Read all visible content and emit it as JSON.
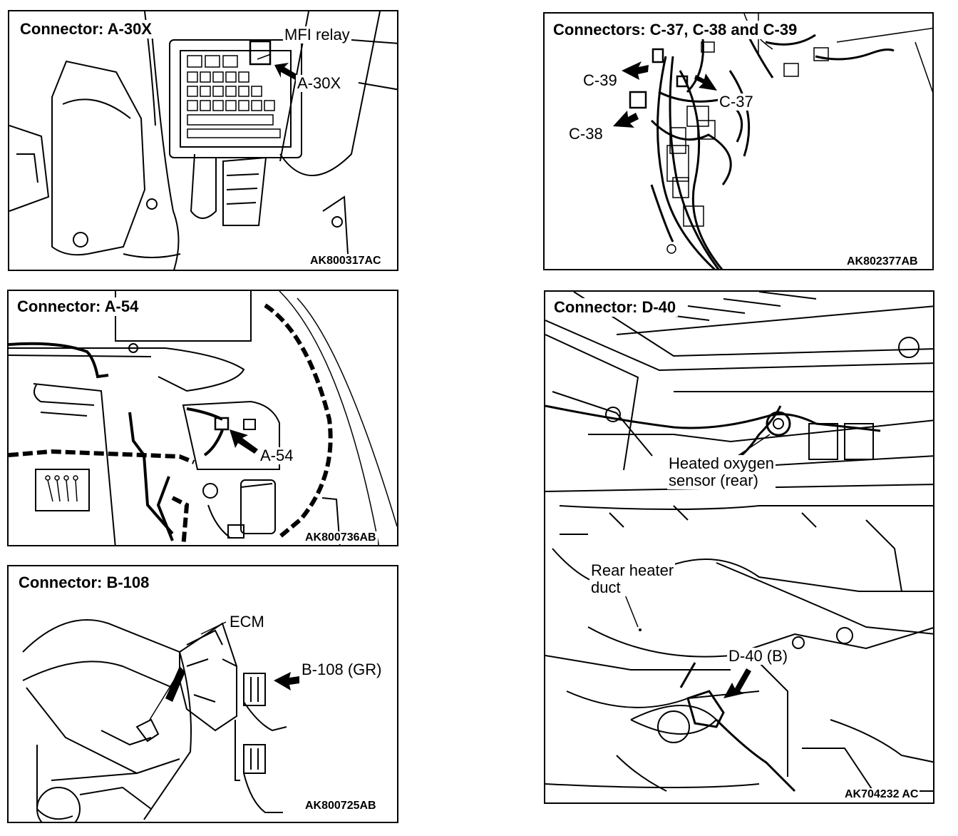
{
  "panels": {
    "a30x": {
      "title": "Connector: A-30X",
      "code": "AK800317AC",
      "labels": {
        "mfi_relay": "MFI relay",
        "connector": "A-30X"
      }
    },
    "c37": {
      "title": "Connectors: C-37, C-38 and C-39",
      "code": "AK802377AB",
      "labels": {
        "c39": "C-39",
        "c37": "C-37",
        "c38": "C-38"
      }
    },
    "a54": {
      "title": "Connector: A-54",
      "code": "AK800736AB",
      "labels": {
        "connector": "A-54"
      }
    },
    "d40": {
      "title": "Connector: D-40",
      "code": "AK704232 AC",
      "labels": {
        "sensor": "Heated oxygen\nsensor (rear)",
        "duct": "Rear heater\nduct",
        "connector": "D-40 (B)"
      }
    },
    "b108": {
      "title": "Connector: B-108",
      "code": "AK800725AB",
      "labels": {
        "ecm": "ECM",
        "connector": "B-108 (GR)"
      }
    }
  }
}
